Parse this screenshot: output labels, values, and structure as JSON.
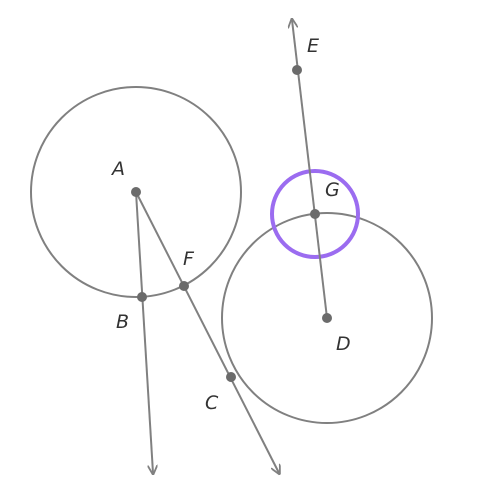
{
  "labels": {
    "a": "A",
    "b": "B",
    "c": "C",
    "d": "D",
    "e": "E",
    "f": "F",
    "g": "G"
  },
  "colors": {
    "stroke": "#808080",
    "point": "#6b6b6b",
    "highlight": "#9b6cf0",
    "label": "#333333",
    "background": "#ffffff"
  }
}
